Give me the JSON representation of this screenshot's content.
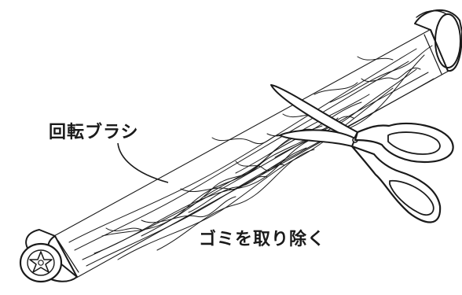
{
  "labels": {
    "brush": "回転ブラシ",
    "action": "ゴミを取り除く"
  },
  "colors": {
    "line": "#1a1a1a",
    "fill": "#ffffff",
    "handle_fill": "#ffffff"
  },
  "icons": {
    "tool": "scissors-icon",
    "part": "rotating-brush-roller"
  }
}
